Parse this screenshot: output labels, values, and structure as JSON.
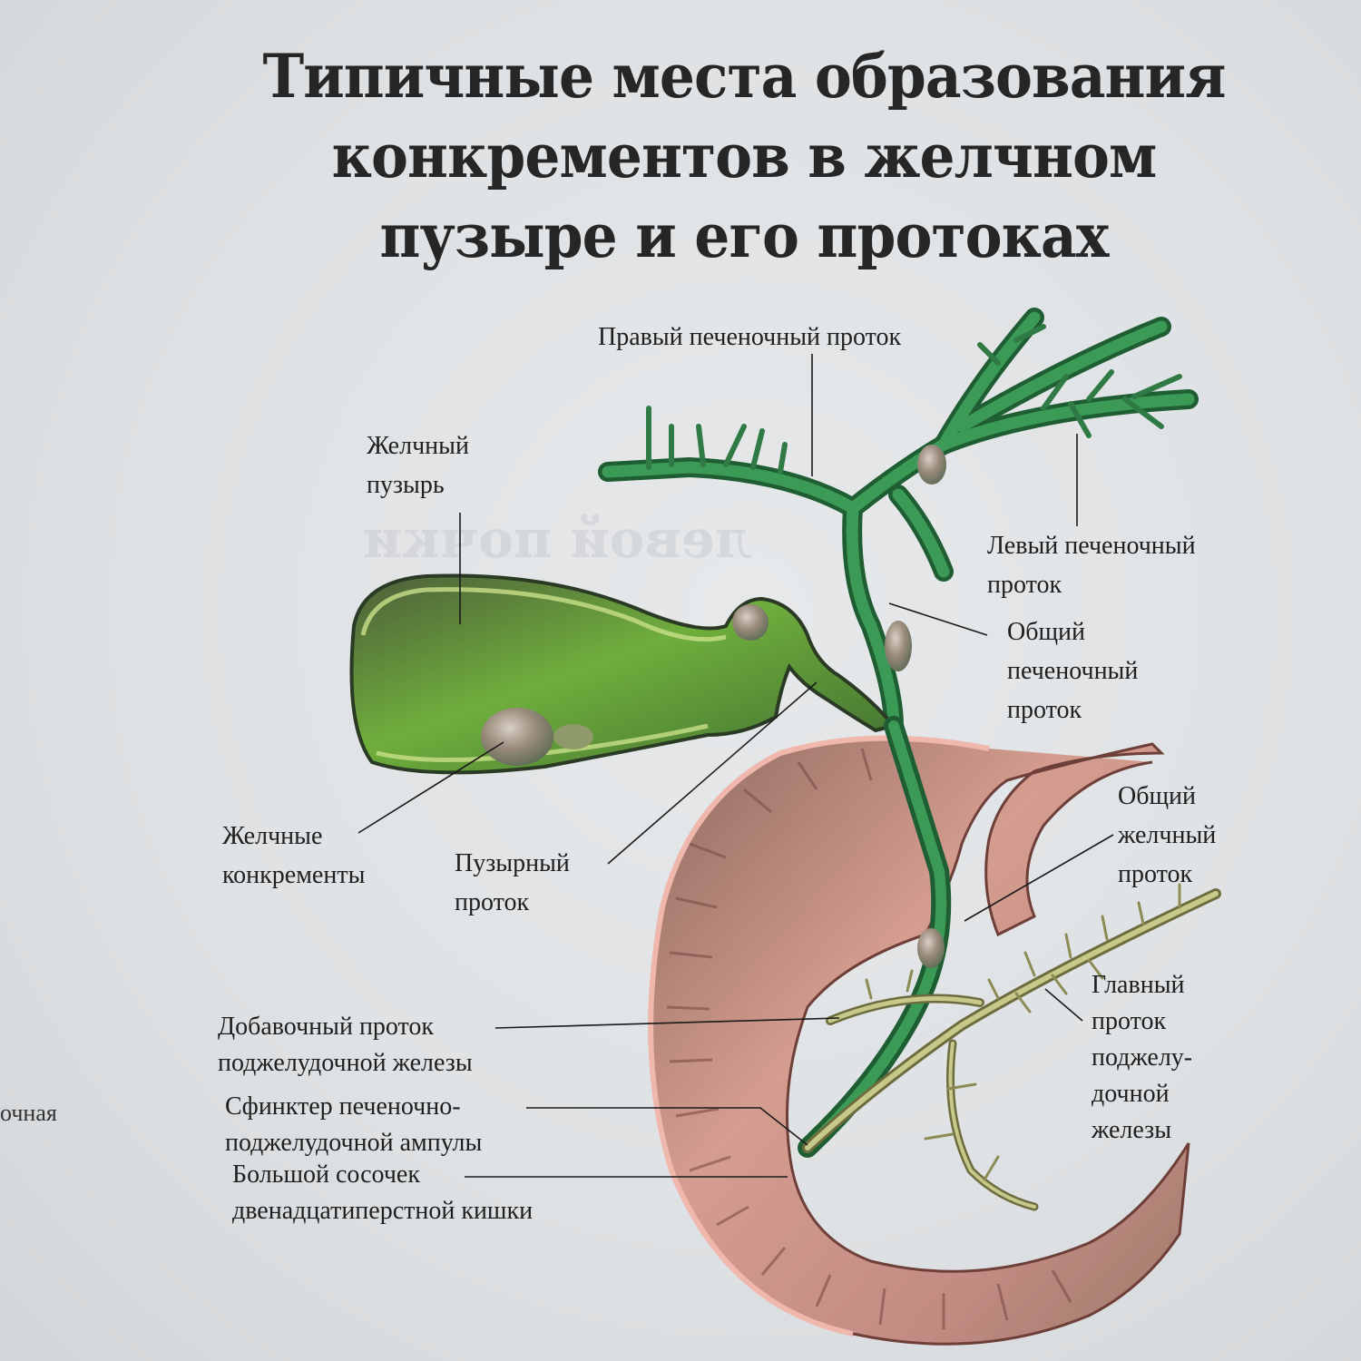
{
  "title": {
    "lines": [
      "Типичные места образования",
      "конкрементов в желчном",
      "пузыре и его протоках"
    ]
  },
  "labels": {
    "right_hepatic_duct": [
      "Правый печеночный проток"
    ],
    "gallbladder": [
      "Желчный",
      "пузырь"
    ],
    "left_hepatic_duct": [
      "Левый печеночный",
      "проток"
    ],
    "common_hepatic_duct": [
      "Общий",
      "печеночный",
      "проток"
    ],
    "gallstones": [
      "Желчные",
      "конкременты"
    ],
    "cystic_duct": [
      "Пузырный",
      "проток"
    ],
    "common_bile_duct": [
      "Общий",
      "желчный",
      "проток"
    ],
    "main_pancreatic_duct": [
      "Главный",
      "проток",
      "поджелу-",
      "дочной",
      "железы"
    ],
    "accessory_pancreatic_duct": [
      "Добавочный проток",
      "поджелудочной железы"
    ],
    "hepatopancreatic_sphincter": [
      "Сфинктер печеночно-",
      "поджелудочной ампулы"
    ],
    "major_duodenal_papilla": [
      "Большой сосочек",
      "двенадцатиперстной кишки"
    ]
  },
  "page_fragment": "очная",
  "show_through_text": "левой почки",
  "colors": {
    "paper": "#e3e5e7",
    "text": "#1f1f1f",
    "duct_green": "#2f7a45",
    "duct_light": "#9fcf7a",
    "gallbladder_green": "#5f9a3a",
    "duodenum_pink": "#c9918a",
    "duodenum_edge": "#e6a9a0",
    "stone": "#8f8576",
    "pancreatic_duct": "#a6a972"
  }
}
